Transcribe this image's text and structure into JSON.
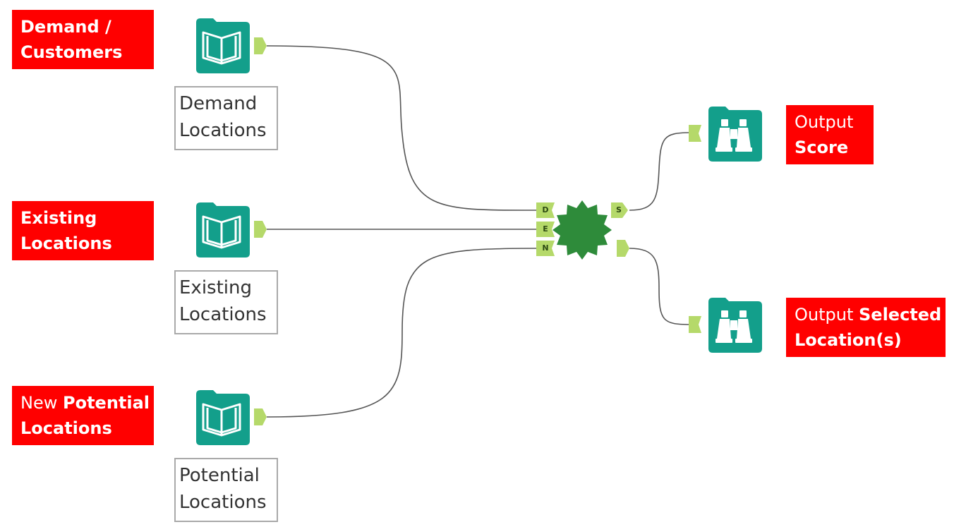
{
  "colors": {
    "callout_bg": "#ff0000",
    "callout_text": "#ffffff",
    "tool_teal": "#139f8b",
    "anchor_green": "#b5d96a",
    "optimizer_green": "#2e8b3a",
    "wire": "#555555"
  },
  "callouts": {
    "demand": {
      "line1_bold": "Demand /",
      "line2_bold": "Customers"
    },
    "existing": {
      "line1_bold": "Existing",
      "line2_bold": "Locations"
    },
    "potential": {
      "line1_plain": "New ",
      "line1_bold": "Potential",
      "line2_bold": "Locations"
    },
    "score": {
      "line1_plain": "Output",
      "line2_bold": "Score"
    },
    "selected": {
      "line1_plain": "Output ",
      "line1_bold": "Selected",
      "line2_bold": "Location(s)"
    }
  },
  "inputs": [
    {
      "icon": "book-icon",
      "label_line1": "Demand",
      "label_line2": "Locations"
    },
    {
      "icon": "book-icon",
      "label_line1": "Existing",
      "label_line2": "Locations"
    },
    {
      "icon": "book-icon",
      "label_line1": "Potential",
      "label_line2": "Locations"
    }
  ],
  "optimizer": {
    "icon": "location-optimizer-icon",
    "input_anchors": [
      "D",
      "E",
      "N"
    ],
    "output_anchors": [
      "S",
      ""
    ]
  },
  "outputs": [
    {
      "icon": "binoculars-icon"
    },
    {
      "icon": "binoculars-icon"
    }
  ]
}
